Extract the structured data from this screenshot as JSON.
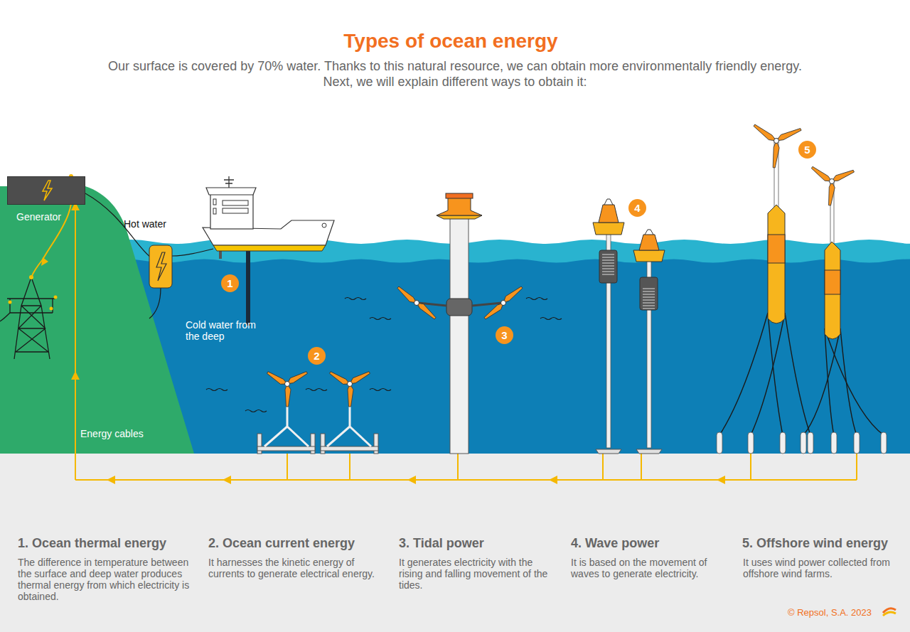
{
  "diagram": {
    "title": "Types of ocean energy",
    "nodes": [
      {
        "text": [
          "Generator"
        ]
      },
      {
        "text": [
          "1"
        ]
      },
      {
        "text": [
          "2"
        ]
      },
      {
        "text": [
          "3"
        ]
      },
      {
        "text": [
          "4"
        ]
      },
      {
        "text": [
          "5"
        ]
      }
    ],
    "labels": [
      "Our surface is covered by 70% water. Thanks to this natural resource, we can obtain more environmentally friendly energy. Next, we will explain different ways to obtain it:",
      "Hot water",
      "Cold water from the deep",
      "Energy cables",
      "1. Ocean thermal energy",
      "The difference in temperature between the surface and deep water produces thermal energy from which electricity is obtained.",
      "2. Ocean current energy",
      "It harnesses the kinetic energy of currents to generate electrical energy.",
      "3. Tidal power",
      "It generates electricity with the rising and falling movement of the tides.",
      "4. Wave power",
      "It is based on the movement of waves to generate electricity.",
      "5. Offshore wind energy",
      "It uses wind power collected from offshore wind farms.",
      "© Repsol, S.A. 2023"
    ]
  }
}
